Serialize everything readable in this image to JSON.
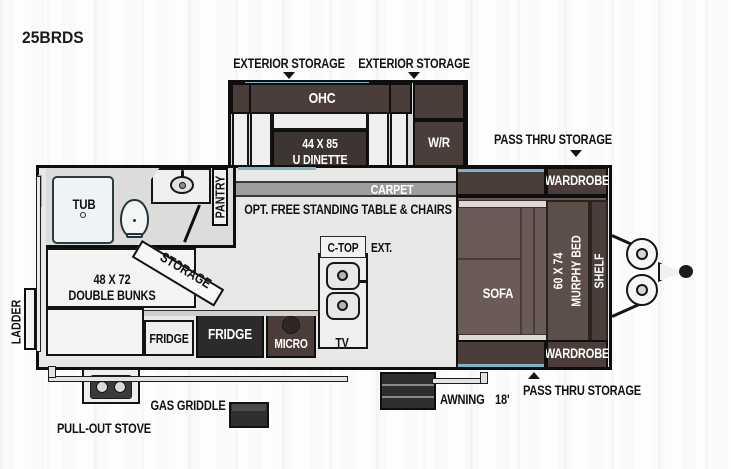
{
  "diagram": {
    "model_label": "25BRDS",
    "type": "rv-floorplan"
  },
  "callouts": {
    "exterior_storage_left": "EXTERIOR STORAGE",
    "exterior_storage_right": "EXTERIOR STORAGE",
    "pass_thru_storage_top": "PASS THRU STORAGE",
    "pass_thru_storage_bottom": "PASS THRU STORAGE",
    "pull_out_stove": "PULL-OUT STOVE",
    "gas_griddle": "GAS GRIDDLE",
    "awning": "AWNING",
    "awning_size": "18'",
    "opt_table": "OPT. FREE STANDING TABLE & CHAIRS"
  },
  "rooms": {
    "ohc": "OHC",
    "dinette_size": "44 X 85",
    "dinette_name": "U DINETTE",
    "wr": "W/R",
    "carpet": "CARPET",
    "pantry": "PANTRY",
    "tub": "TUB",
    "storage": "STORAGE",
    "bunks_size": "48 X 72",
    "bunks_name": "DOUBLE BUNKS",
    "fridge_outer": "FRIDGE",
    "fridge_inner": "FRIDGE",
    "micro": "MICRO",
    "tv": "TV",
    "ctop": "C-TOP",
    "ext": "EXT.",
    "sofa": "SOFA",
    "bed_size": "60 X 74",
    "bed_name": "MURPHY BED",
    "shelf": "SHELF",
    "wardrobe_top": "WARDROBE",
    "wardrobe_bottom": "WARDROBE",
    "ladder": "LADDER"
  },
  "colors": {
    "wall": "#0e0e0e",
    "floor": "#e8e8e6",
    "dark_wood": "#4b3e3a",
    "mid_wood": "#6b5b56",
    "appliance": "#2b2b2b",
    "accent_blue": "#7fb4c4",
    "text_dark": "#121212",
    "text_light": "#ffffff"
  }
}
